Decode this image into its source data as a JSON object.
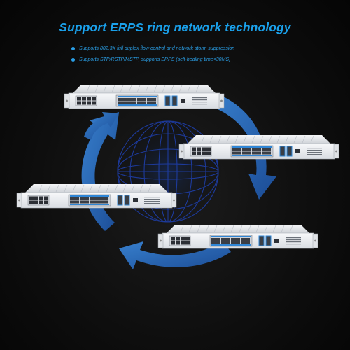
{
  "headline": "Support ERPS ring network technology",
  "bullets": [
    "Supports 802.3X full duplex flow control and network storm suppression",
    "Supports STP/RSTP/MSTP, supports ERPS (self-healing time<30MS)"
  ],
  "colors": {
    "accent": "#1aa0ea",
    "ring_arrow": "#2c74c8",
    "globe_lines": "#1e3ea8",
    "chassis": "#e9ecef",
    "port_blue": "#2f86d6"
  },
  "icons": [
    "ring-arrow-icon",
    "globe-icon",
    "network-switch-icon"
  ]
}
